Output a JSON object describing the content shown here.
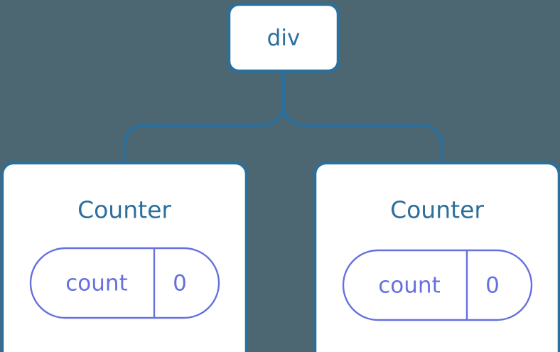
{
  "diagram": {
    "type": "component-tree",
    "background_color": "#4c6772",
    "node_fill": "#ffffff",
    "node_stroke": "#2c6f9b",
    "connector_color": "#2c6f9b",
    "label_color": "#2c6f9b",
    "pill_stroke": "#6670de",
    "pill_text_color": "#6670de",
    "root": {
      "label": "div"
    },
    "children": [
      {
        "label": "Counter",
        "state": {
          "key": "count",
          "value": "0"
        }
      },
      {
        "label": "Counter",
        "state": {
          "key": "count",
          "value": "0"
        }
      }
    ]
  }
}
